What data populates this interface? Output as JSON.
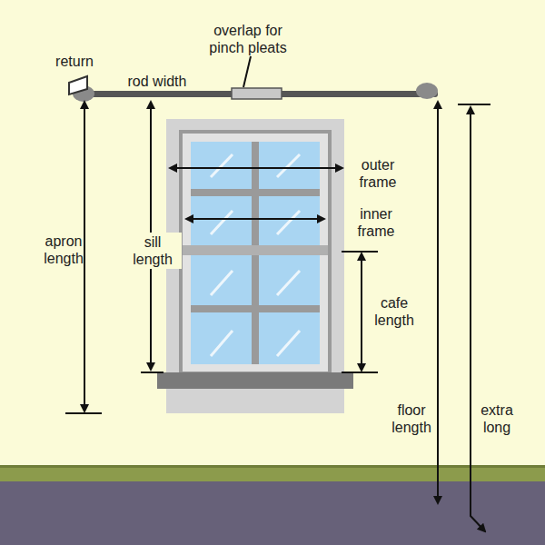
{
  "diagram": {
    "labels": [
      "return",
      "overlap for pinch pleats",
      "rod width",
      "outer frame",
      "inner frame",
      "apron length",
      "sill length",
      "cafe length",
      "floor length",
      "extra long"
    ]
  }
}
